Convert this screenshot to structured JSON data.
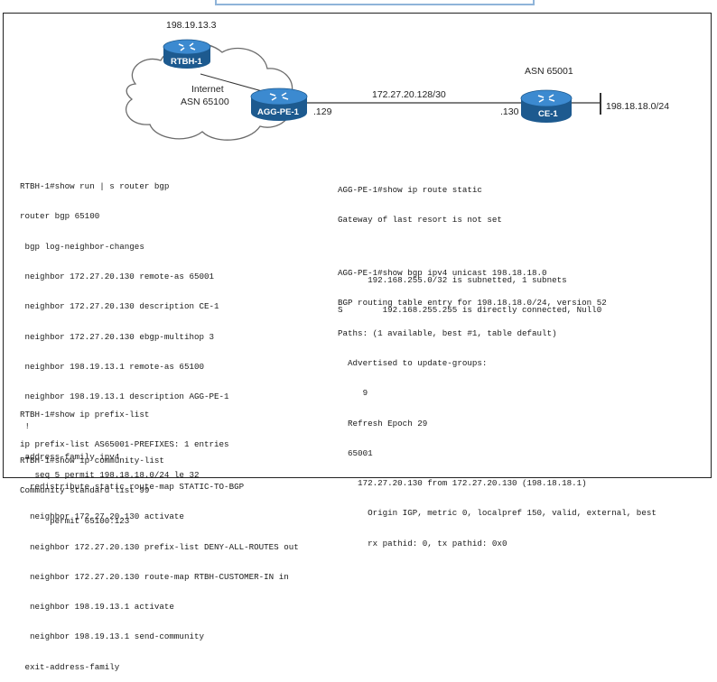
{
  "topology": {
    "rtbh": {
      "name": "RTBH-1",
      "ip": "198.19.13.3"
    },
    "agg": {
      "name": "AGG-PE-1",
      "port": ".129"
    },
    "ce": {
      "name": "CE-1",
      "asn": "ASN 65001",
      "port": ".130",
      "prefix": "198.18.18.0/24"
    },
    "cloud": {
      "line1": "Internet",
      "line2": "ASN 65100"
    },
    "link_label": "172.27.20.128/30"
  },
  "colors": {
    "router_blue": "#2f78b7",
    "router_dark": "#1d5a8f",
    "cloud_stroke": "#6b6b6b"
  },
  "cli_rtbh_bgp": [
    "RTBH-1#show run | s router bgp",
    "router bgp 65100",
    " bgp log-neighbor-changes",
    " neighbor 172.27.20.130 remote-as 65001",
    " neighbor 172.27.20.130 description CE-1",
    " neighbor 172.27.20.130 ebgp-multihop 3",
    " neighbor 198.19.13.1 remote-as 65100",
    " neighbor 198.19.13.1 description AGG-PE-1",
    " !",
    " address-family ipv4",
    "  redistribute static route-map STATIC-TO-BGP",
    "  neighbor 172.27.20.130 activate",
    "  neighbor 172.27.20.130 prefix-list DENY-ALL-ROUTES out",
    "  neighbor 172.27.20.130 route-map RTBH-CUSTOMER-IN in",
    "  neighbor 198.19.13.1 activate",
    "  neighbor 198.19.13.1 send-community",
    " exit-address-family"
  ],
  "cli_rtbh_prefix": [
    "RTBH-1#show ip prefix-list",
    "ip prefix-list AS65001-PREFIXES: 1 entries",
    "   seq 5 permit 198.18.18.0/24 le 32"
  ],
  "cli_rtbh_community": [
    "RTBH-1#show ip community-list",
    "Community standard list 99",
    "      permit 65100:123"
  ],
  "cli_agg_static": [
    "AGG-PE-1#show ip route static",
    "Gateway of last resort is not set",
    "",
    "      192.168.255.0/32 is subnetted, 1 subnets",
    "S        192.168.255.255 is directly connected, Null0"
  ],
  "cli_agg_bgp": [
    "AGG-PE-1#show bgp ipv4 unicast 198.18.18.0",
    "BGP routing table entry for 198.18.18.0/24, version 52",
    "Paths: (1 available, best #1, table default)",
    "  Advertised to update-groups:",
    "     9",
    "  Refresh Epoch 29",
    "  65001",
    "    172.27.20.130 from 172.27.20.130 (198.18.18.1)",
    "      Origin IGP, metric 0, localpref 150, valid, external, best",
    "      rx pathid: 0, tx pathid: 0x0"
  ]
}
